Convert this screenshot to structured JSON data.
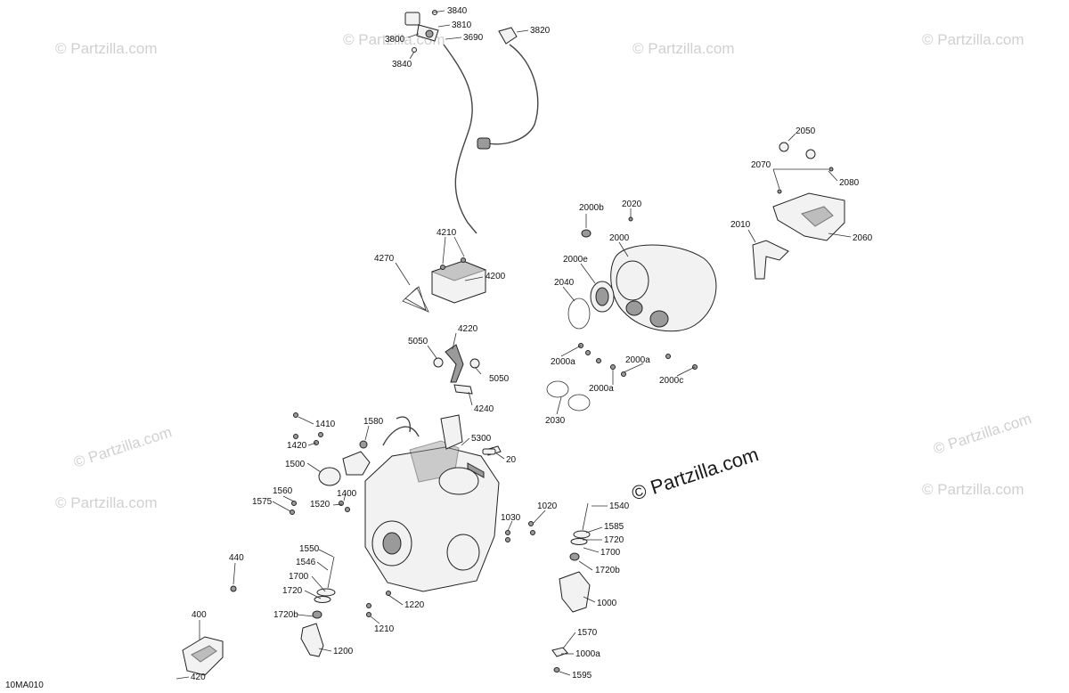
{
  "watermark": {
    "corner_text": "© Partzilla.com",
    "center_text": "© Partzilla.com"
  },
  "diagram_code": "10MA010",
  "callouts": [
    {
      "id": "3840a",
      "text": "3840"
    },
    {
      "id": "3810",
      "text": "3810"
    },
    {
      "id": "3800",
      "text": "3800"
    },
    {
      "id": "3690",
      "text": "3690"
    },
    {
      "id": "3840b",
      "text": "3840"
    },
    {
      "id": "3820",
      "text": "3820"
    },
    {
      "id": "2050",
      "text": "2050"
    },
    {
      "id": "2070",
      "text": "2070"
    },
    {
      "id": "2080",
      "text": "2080"
    },
    {
      "id": "2000b",
      "text": "2000b"
    },
    {
      "id": "2020",
      "text": "2020"
    },
    {
      "id": "2010",
      "text": "2010"
    },
    {
      "id": "2060",
      "text": "2060"
    },
    {
      "id": "2000",
      "text": "2000"
    },
    {
      "id": "4210",
      "text": "4210"
    },
    {
      "id": "2000e",
      "text": "2000e"
    },
    {
      "id": "4270",
      "text": "4270"
    },
    {
      "id": "4200",
      "text": "4200"
    },
    {
      "id": "2040",
      "text": "2040"
    },
    {
      "id": "4220",
      "text": "4220"
    },
    {
      "id": "5050a",
      "text": "5050"
    },
    {
      "id": "2000a1",
      "text": "2000a"
    },
    {
      "id": "2000a2",
      "text": "2000a"
    },
    {
      "id": "2000a3",
      "text": "2000a"
    },
    {
      "id": "2000c",
      "text": "2000c"
    },
    {
      "id": "5050b",
      "text": "5050"
    },
    {
      "id": "4240",
      "text": "4240"
    },
    {
      "id": "2030",
      "text": "2030"
    },
    {
      "id": "1410",
      "text": "1410"
    },
    {
      "id": "1580",
      "text": "1580"
    },
    {
      "id": "1420",
      "text": "1420"
    },
    {
      "id": "5300",
      "text": "5300"
    },
    {
      "id": "1500",
      "text": "1500"
    },
    {
      "id": "20",
      "text": "20"
    },
    {
      "id": "1560",
      "text": "1560"
    },
    {
      "id": "1400",
      "text": "1400"
    },
    {
      "id": "1575",
      "text": "1575"
    },
    {
      "id": "1520",
      "text": "1520"
    },
    {
      "id": "1020",
      "text": "1020"
    },
    {
      "id": "1540",
      "text": "1540"
    },
    {
      "id": "1030",
      "text": "1030"
    },
    {
      "id": "1585",
      "text": "1585"
    },
    {
      "id": "1720c",
      "text": "1720"
    },
    {
      "id": "1550",
      "text": "1550"
    },
    {
      "id": "1700b",
      "text": "1700"
    },
    {
      "id": "1546",
      "text": "1546"
    },
    {
      "id": "1720b2",
      "text": "1720b"
    },
    {
      "id": "440",
      "text": "440"
    },
    {
      "id": "1700",
      "text": "1700"
    },
    {
      "id": "1720",
      "text": "1720"
    },
    {
      "id": "1000",
      "text": "1000"
    },
    {
      "id": "1220",
      "text": "1220"
    },
    {
      "id": "400",
      "text": "400"
    },
    {
      "id": "1720b",
      "text": "1720b"
    },
    {
      "id": "1210",
      "text": "1210"
    },
    {
      "id": "1570",
      "text": "1570"
    },
    {
      "id": "1200",
      "text": "1200"
    },
    {
      "id": "1000a",
      "text": "1000a"
    },
    {
      "id": "420",
      "text": "420"
    },
    {
      "id": "1595",
      "text": "1595"
    }
  ]
}
